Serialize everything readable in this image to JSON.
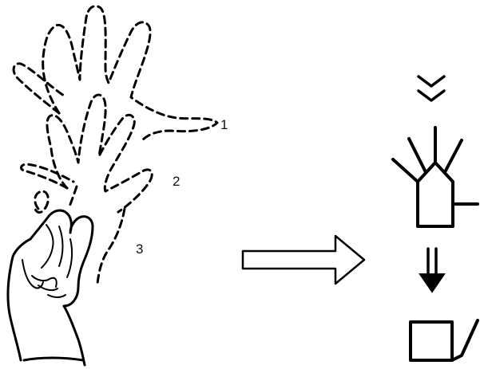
{
  "diagram": {
    "stage_labels": [
      "1",
      "2",
      "3"
    ],
    "arrow_direction": "right",
    "line_color": "#000000",
    "background_color": "#ffffff"
  }
}
